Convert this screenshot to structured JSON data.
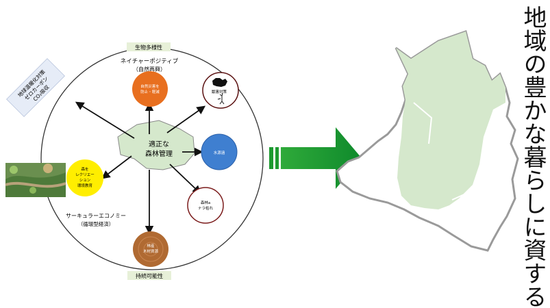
{
  "title_vertical": "地域の豊かな暮らしに資する",
  "diagram": {
    "top_label": "生物多様性",
    "bottom_label": "持続可能性",
    "nature_positive_line1": "ネイチャーポジティブ",
    "nature_positive_line2": "（自然再興）",
    "circular_line1": "サーキュラーエコノミー",
    "circular_line2": "（循環型経済）",
    "center_line1": "適正な",
    "center_line2": "森林管理",
    "carbon_box": [
      "地球温暖化対策",
      "ゼロカーボン",
      "CO₂吸収"
    ],
    "nodes": [
      {
        "key": "disaster",
        "lines": [
          "自然災害を",
          "防止・軽減"
        ],
        "color": "#e86f1f"
      },
      {
        "key": "wildlife",
        "lines": [
          "獣害対策"
        ],
        "color": "#ffffff"
      },
      {
        "key": "water",
        "lines": [
          "水源涵"
        ],
        "color": "#3f7fd0"
      },
      {
        "key": "forest",
        "lines": [
          "森林a",
          "ナラ枯れ"
        ],
        "color": "#ffffff"
      },
      {
        "key": "timber",
        "lines": [
          "林産",
          "木材資源"
        ],
        "color": "#b06a32"
      },
      {
        "key": "recreation",
        "lines": [
          "森を",
          "レクリエー",
          "ション",
          "環境教育"
        ],
        "color": "#ffee00"
      }
    ],
    "colors": {
      "arrow_green_light": "#3fcf3f",
      "arrow_green_dark": "#0a7a2a",
      "map_fill": "#d5e8cc",
      "map_stroke": "#9a9a9a"
    }
  }
}
